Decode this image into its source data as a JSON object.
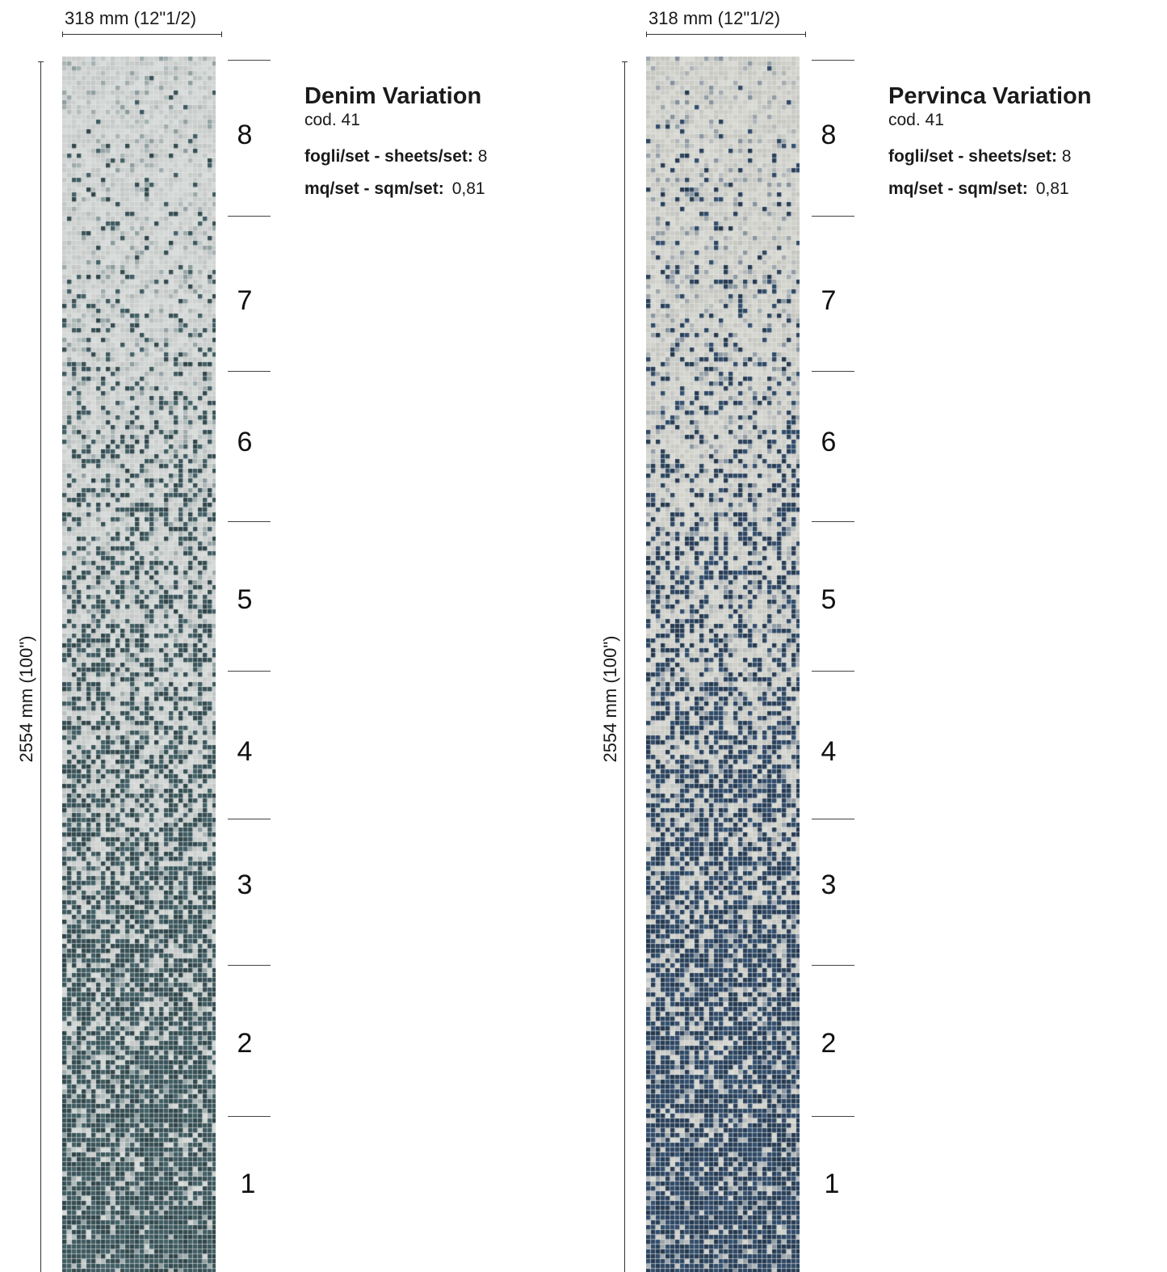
{
  "products": [
    {
      "name": "Denim Variation",
      "code": "cod. 41",
      "width_label": "318 mm (12\"1/2)",
      "height_label": "2554 mm (100\")",
      "sheets_label": "fogli/set - sheets/set:",
      "sheets_value": "8",
      "area_label": "mq/set - sqm/set:",
      "area_value": "0,81",
      "sheet_numbers": [
        "8",
        "7",
        "6",
        "5",
        "4",
        "3",
        "2",
        "1"
      ],
      "palette_light": "#d4d8d6",
      "palette_dark": "#3e5a60"
    },
    {
      "name": "Pervinca Variation",
      "code": "cod. 41",
      "width_label": "318 mm (12\"1/2)",
      "height_label": "2554 mm (100\")",
      "sheets_label": "fogli/set - sheets/set:",
      "sheets_value": "8",
      "area_label": "mq/set - sqm/set:",
      "area_value": "0,81",
      "sheet_numbers": [
        "8",
        "7",
        "6",
        "5",
        "4",
        "3",
        "2",
        "1"
      ],
      "palette_light": "#d6d6d0",
      "palette_dark": "#2f4966"
    }
  ]
}
